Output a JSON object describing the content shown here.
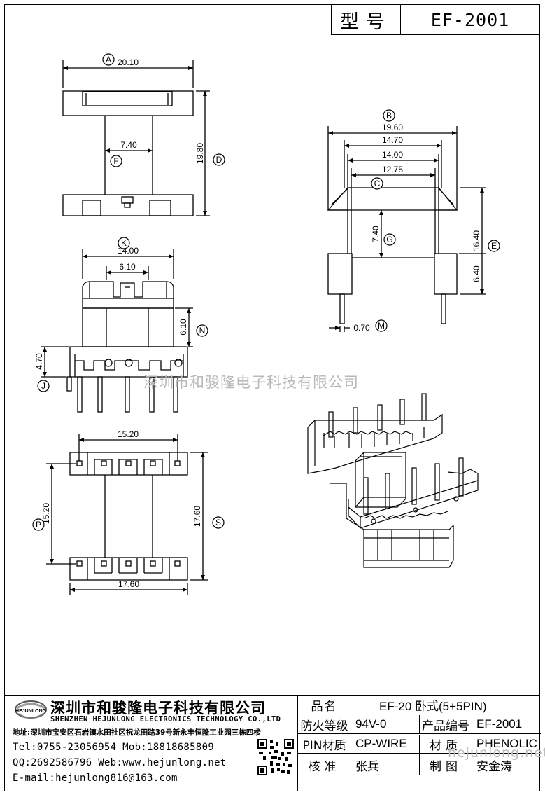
{
  "header": {
    "model_label": "型号",
    "model_value": "EF-2001"
  },
  "drawing": {
    "dims": {
      "A": "20.10",
      "F": "7.40",
      "D": "19.80",
      "B": "19.60",
      "b1": "14.70",
      "b2": "14.00",
      "C": "12.75",
      "G": "7.40",
      "E": "16.40",
      "e2": "6.40",
      "M": "0.70",
      "K": "14.00",
      "k2": "6.10",
      "N": "6.10",
      "J": "4.70",
      "p_top": "15.20",
      "P": "15.20",
      "S": "17.60",
      "p_bottom": "17.60"
    },
    "circle_labels": [
      "A",
      "F",
      "D",
      "B",
      "C",
      "G",
      "E",
      "M",
      "K",
      "N",
      "J",
      "P",
      "S"
    ]
  },
  "watermark": "深圳市和骏隆电子科技有限公司",
  "watermark_url": "hejunlong.net",
  "company": {
    "logo_text": "HEJUNLONG",
    "name_cn": "深圳市和骏隆电子科技有限公司",
    "name_en": "SHENZHEN HEJUNLONG ELECTRONICS TECHNOLOGY CO.,LTD",
    "address": "地址:深圳市宝安区石岩镇水田社区祝龙田路39号新永丰恒隆工业园三栋四楼",
    "tel_line": "Tel:0755-23056954  Mob:18818685809",
    "qq_line": "QQ:2692586796 Web:www.hejunlong.net",
    "email_line": "E-mail:hejunlong816@163.com"
  },
  "spec": {
    "name_label": "品名",
    "name_value": "EF-20 卧式(5+5PIN)",
    "fire_label": "防火等级",
    "fire_value": "94V-0",
    "code_label": "产品编号",
    "code_value": "EF-2001",
    "pin_label": "PIN材质",
    "pin_value": "CP-WIRE",
    "mat_label": "材质",
    "mat_value": "PHENOLIC",
    "check_label": "核准",
    "check_value": "张兵",
    "draw_label": "制图",
    "draw_value": "安金涛"
  }
}
